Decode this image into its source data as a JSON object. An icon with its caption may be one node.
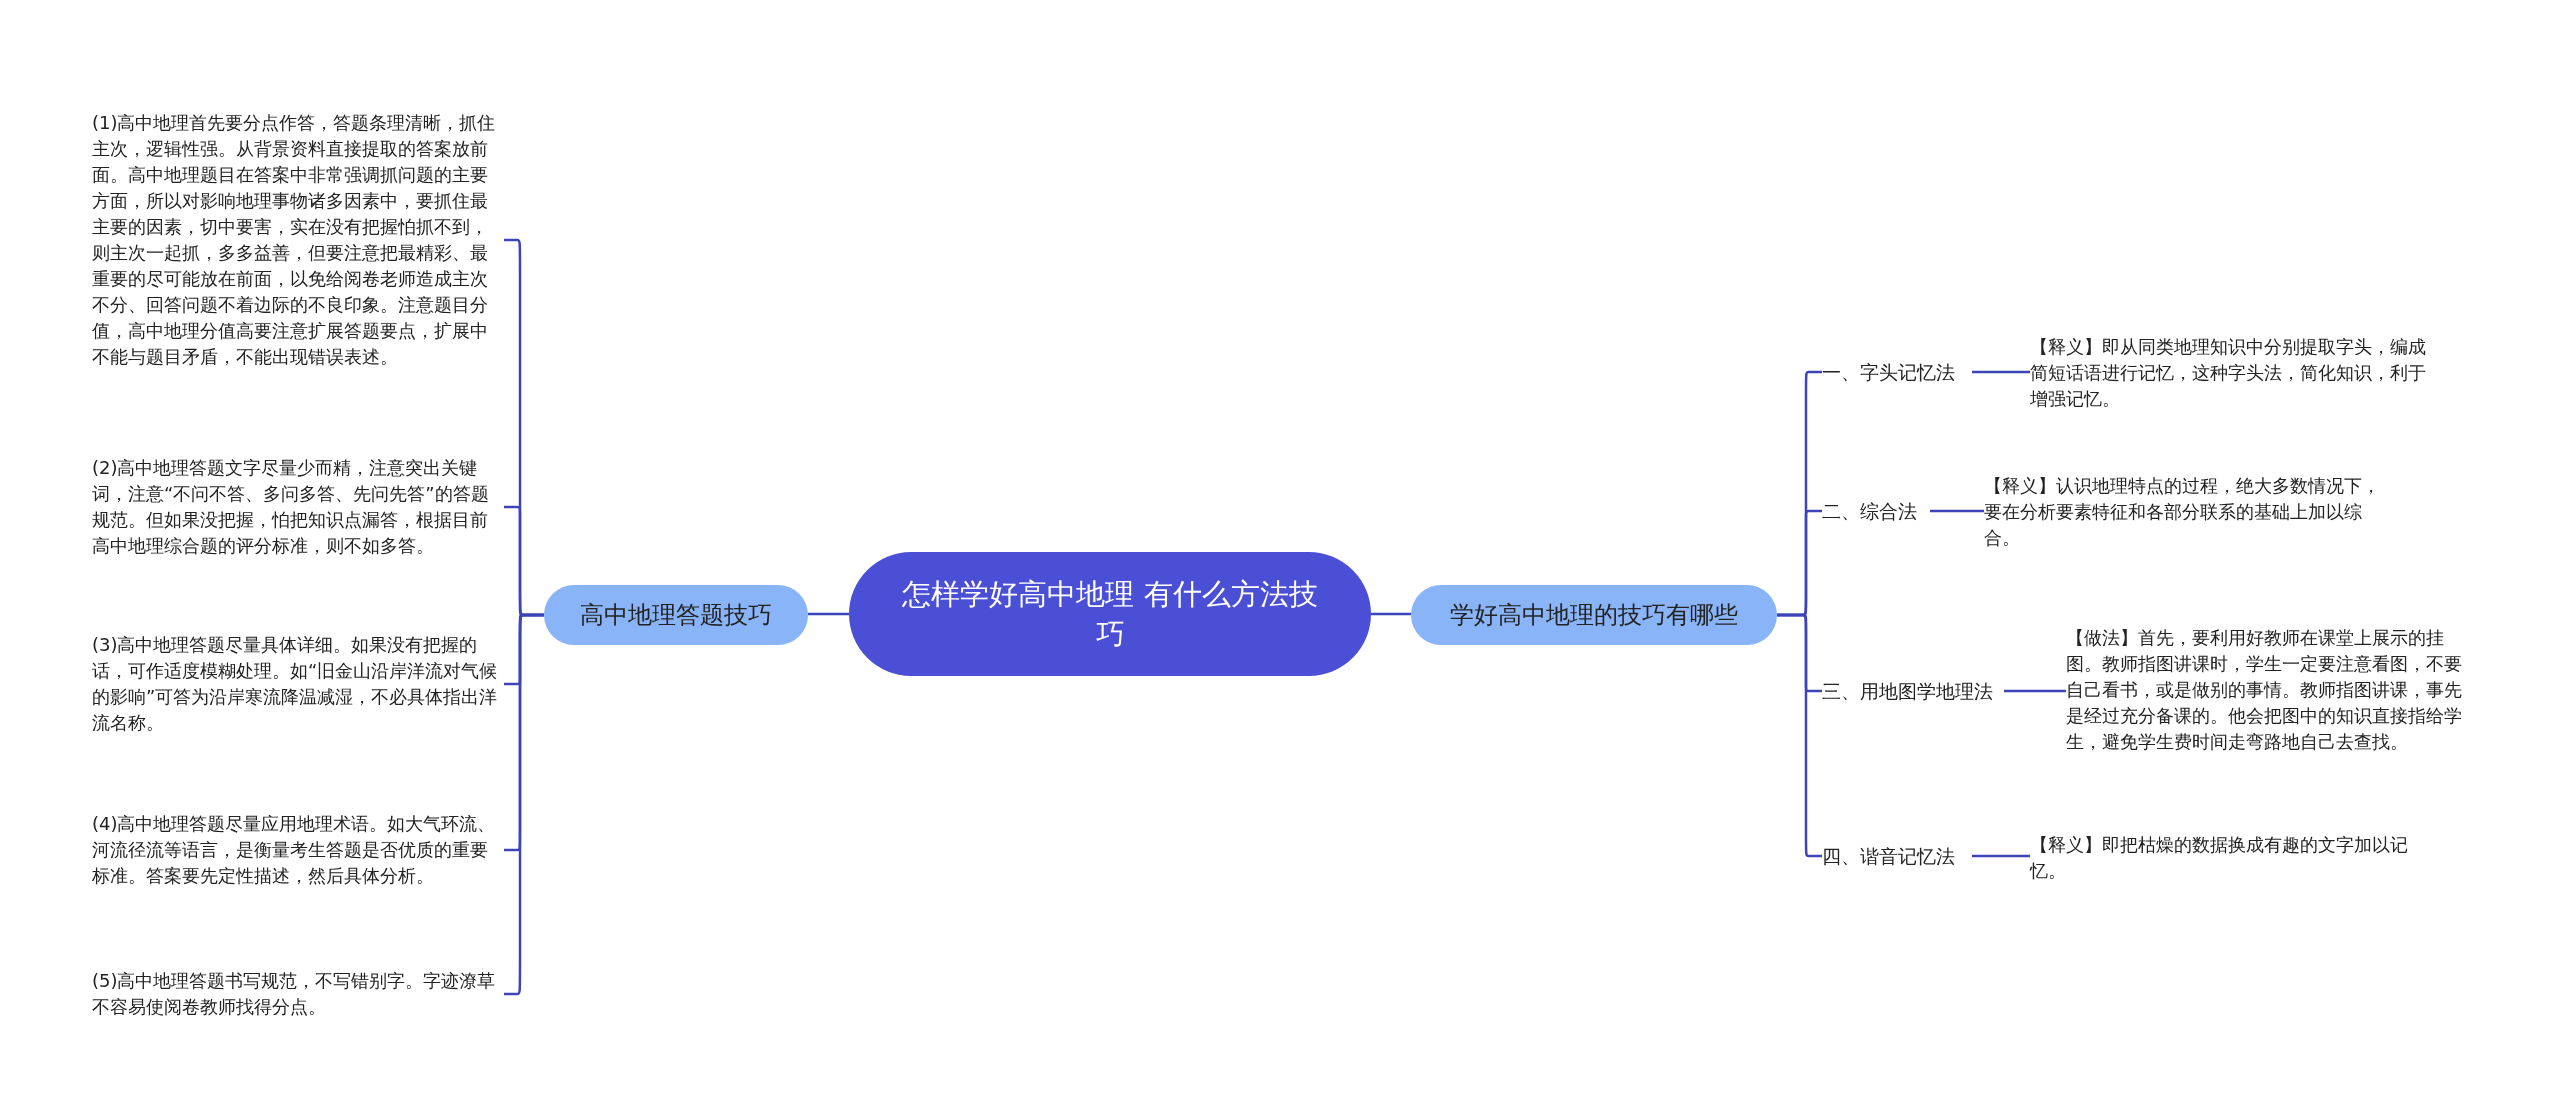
{
  "diagram": {
    "nodes": [
      {
        "text": [
          "怎样学好高中地理 有什么方法技巧"
        ]
      },
      {
        "text": [
          "高中地理答题技巧"
        ]
      },
      {
        "text": [
          "(1)高中地理首先要分点作答，答题条理清晰，抓住主次，逻辑性强。从背景资料直接提取的答案放前面。高中地理题目在答案中非常强调抓问题的主要方面，所以对影响地理事物诸多因素中，要抓住最主要的因素，切中要害，实在没有把握怕抓不到，则主次一起抓，多多益善，但要注意把最精彩、最重要的尽可能放在前面，以免给阅卷老师造成主次不分、回答问题不着边际的不良印象。注意题目分值，高中地理分值高要注意扩展答题要点，扩展中不能与题目矛盾，不能出现错误表述。"
        ]
      },
      {
        "text": [
          "(2)高中地理答题文字尽量少而精，注意突出关键词，注意“不问不答、多问多答、先问先答”的答题规范。但如果没把握，怕把知识点漏答，根据目前高中地理综合题的评分标准，则不如多答。"
        ]
      },
      {
        "text": [
          "(3)高中地理答题尽量具体详细。如果没有把握的话，可作适度模糊处理。如“旧金山沿岸洋流对气候的影响”可答为沿岸寒流降温减湿，不必具体指出洋流名称。"
        ]
      },
      {
        "text": [
          "(4)高中地理答题尽量应用地理术语。如大气环流、河流径流等语言，是衡量考生答题是否优质的重要标准。答案要先定性描述，然后具体分析。"
        ]
      },
      {
        "text": [
          "(5)高中地理答题书写规范，不写错别字。字迹潦草不容易使阅卷教师找得分点。"
        ]
      },
      {
        "text": [
          "学好高中地理的技巧有哪些"
        ]
      },
      {
        "text": [
          "一、字头记忆法"
        ]
      },
      {
        "text": [
          "【释义】即从同类地理知识中分别提取字头，编成简短话语进行记忆，这种字头法，简化知识，利于增强记忆。"
        ]
      },
      {
        "text": [
          "二、综合法"
        ]
      },
      {
        "text": [
          "【释义】认识地理特点的过程，绝大多数情况下，要在分析要素特征和各部分联系的基础上加以综合。"
        ]
      },
      {
        "text": [
          "三、用地图学地理法"
        ]
      },
      {
        "text": [
          "【做法】首先，要利用好教师在课堂上展示的挂图。教师指图讲课时，学生一定要注意看图，不要自己看书，或是做别的事情。教师指图讲课，事先是经过充分备课的。他会把图中的知识直接指给学生，避免学生费时间走弯路地自己去查找。"
        ]
      },
      {
        "text": [
          "四、谐音记忆法"
        ]
      },
      {
        "text": [
          "【释义】即把枯燥的数据换成有趣的文字加以记忆。"
        ]
      }
    ],
    "edges": [
      {
        "from": 0,
        "to": 1,
        "arrow": "none"
      },
      {
        "from": 0,
        "to": 7,
        "arrow": "none"
      },
      {
        "from": 1,
        "to": 2,
        "arrow": "none"
      },
      {
        "from": 1,
        "to": 3,
        "arrow": "none"
      },
      {
        "from": 1,
        "to": 4,
        "arrow": "none"
      },
      {
        "from": 1,
        "to": 5,
        "arrow": "none"
      },
      {
        "from": 1,
        "to": 6,
        "arrow": "none"
      },
      {
        "from": 7,
        "to": 8,
        "arrow": "none"
      },
      {
        "from": 7,
        "to": 10,
        "arrow": "none"
      },
      {
        "from": 7,
        "to": 12,
        "arrow": "none"
      },
      {
        "from": 7,
        "to": 14,
        "arrow": "none"
      },
      {
        "from": 8,
        "to": 9,
        "arrow": "none"
      },
      {
        "from": 10,
        "to": 11,
        "arrow": "none"
      },
      {
        "from": 12,
        "to": 13,
        "arrow": "none"
      },
      {
        "from": 14,
        "to": 15,
        "arrow": "none"
      }
    ]
  }
}
